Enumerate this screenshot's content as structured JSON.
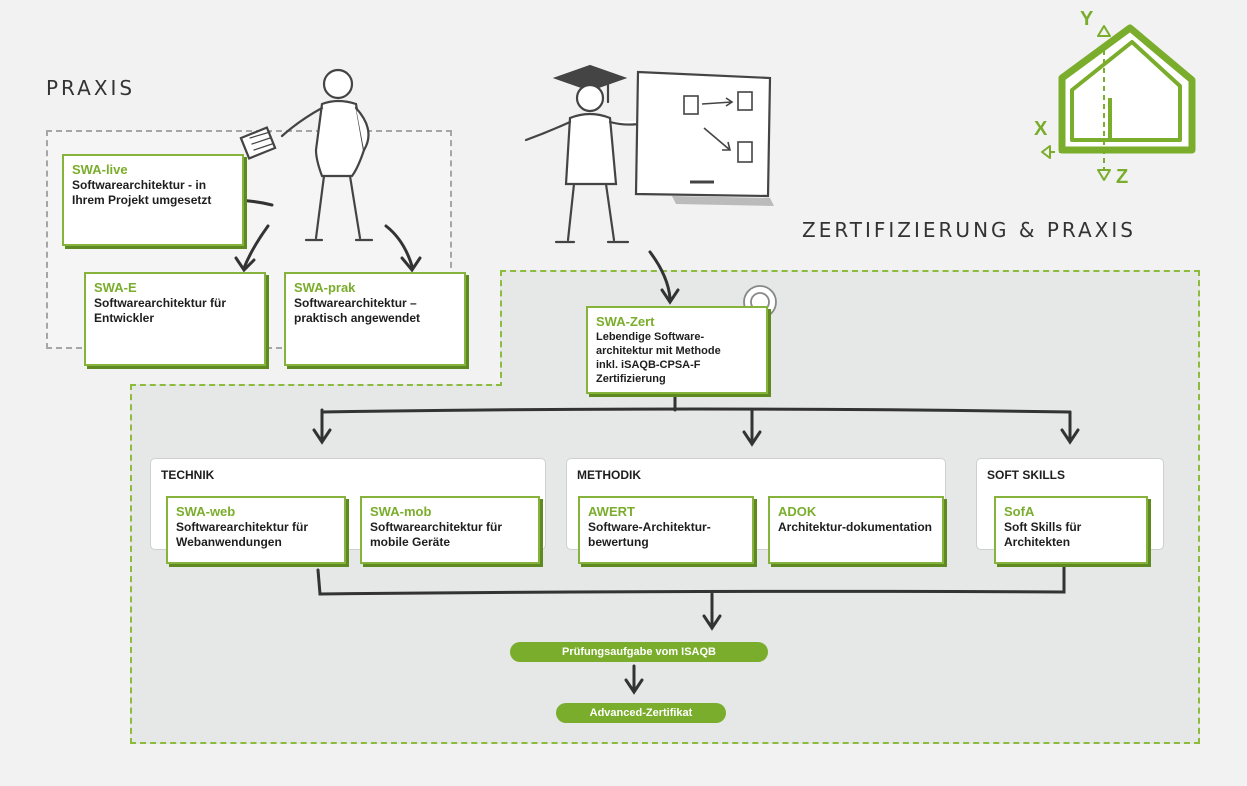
{
  "praxis": {
    "title": "PRAXIS",
    "swa_live": {
      "code": "SWA-live",
      "desc": "Softwarearchitektur - in Ihrem Projekt umgesetzt"
    },
    "swa_e": {
      "code": "SWA-E",
      "desc": "Softwarearchitektur für Entwickler"
    },
    "swa_prak": {
      "code": "SWA-prak",
      "desc": "Softwarearchitektur – praktisch angewendet"
    }
  },
  "zertifizierung": {
    "title": "ZERTIFIZIERUNG & PRAXIS",
    "swa_zert": {
      "code": "SWA-Zert",
      "desc": "Lebendige Software-architektur mit Methode inkl. iSAQB-CPSA-F Zertifizierung"
    },
    "groups": {
      "technik": {
        "label": "TECHNIK",
        "swa_web": {
          "code": "SWA-web",
          "desc": "Softwarearchitektur für Webanwendungen"
        },
        "swa_mob": {
          "code": "SWA-mob",
          "desc": "Softwarearchitektur für mobile Geräte"
        }
      },
      "methodik": {
        "label": "METHODIK",
        "awert": {
          "code": "AWERT",
          "desc": "Software-Architektur-bewertung"
        },
        "adok": {
          "code": "ADOK",
          "desc": "Architektur-dokumentation"
        }
      },
      "soft_skills": {
        "label": "SOFT SKILLS",
        "sofa": {
          "code": "SofA",
          "desc": "Soft Skills für Architekten"
        }
      }
    },
    "pruefung": "Prüfungsaufgabe vom ISAQB",
    "zertifikat": "Advanced-Zertifikat"
  },
  "axes_logo": {
    "y": "Y",
    "x": "X",
    "z": "Z"
  },
  "colors": {
    "accent": "#7aad2b",
    "dark_accent": "#5f8a22",
    "background": "#f1f2f1",
    "region_fill": "#e6e7e7"
  }
}
